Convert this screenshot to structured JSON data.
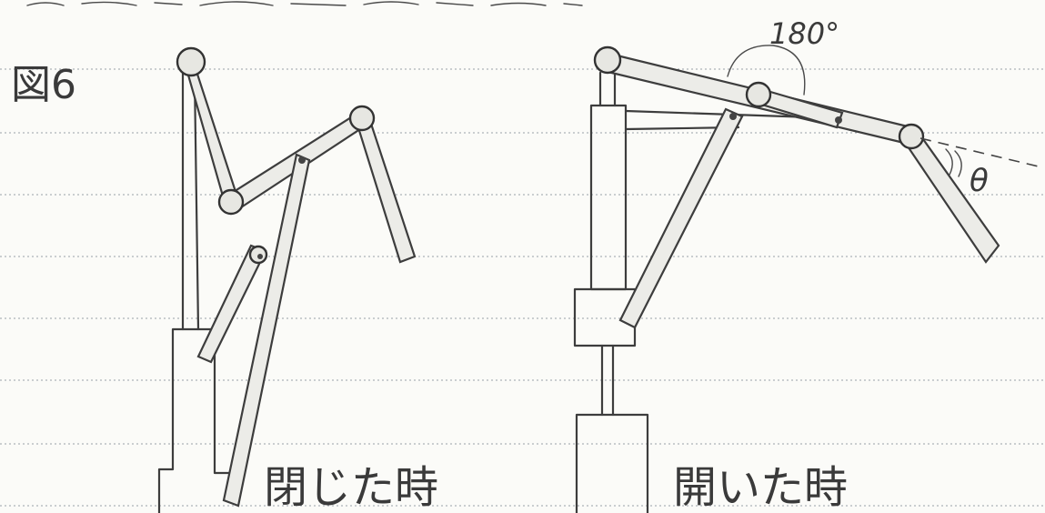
{
  "figure_label": "図6",
  "caption_closed": "閉じた時",
  "caption_open": "開いた時",
  "angle_label_top": "180°",
  "angle_label_theta": "θ"
}
